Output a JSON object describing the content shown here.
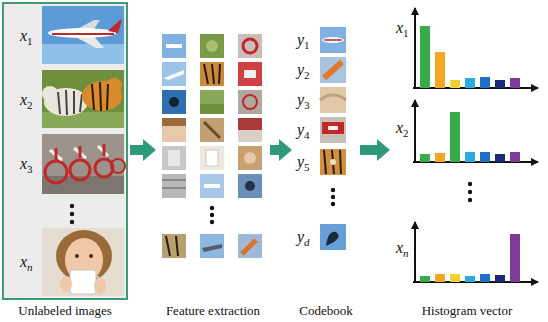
{
  "diagram": {
    "nodes": [
      {
        "text": [
          "Unlabeled images"
        ]
      },
      {
        "text": [
          "Feature extraction"
        ]
      },
      {
        "text": [
          "Codebook"
        ]
      },
      {
        "text": [
          "Histogram vector"
        ]
      }
    ],
    "edges": [
      {
        "from": 0,
        "to": 1,
        "arrow": "to"
      },
      {
        "from": 1,
        "to": 2,
        "arrow": "to"
      },
      {
        "from": 2,
        "to": 3,
        "arrow": "to"
      }
    ],
    "labels": [
      "x1",
      "x2",
      "x3",
      "xn",
      "y1",
      "y2",
      "y3",
      "y4",
      "y5",
      "yd",
      "x1",
      "x2",
      "xn"
    ]
  }
}
